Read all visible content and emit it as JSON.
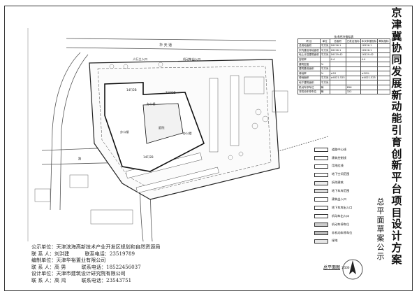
{
  "title_chars": [
    "京",
    "津",
    "冀",
    "协",
    "同",
    "发",
    "展",
    "新",
    "动",
    "能",
    "引",
    "育",
    "创",
    "新",
    "平",
    "台",
    "项",
    "目",
    "设",
    "计",
    "方",
    "案"
  ],
  "subtitle_chars": [
    "总",
    "平",
    "面",
    "草",
    "案",
    "公",
    "示"
  ],
  "units": {
    "announce_unit": "公示单位：天津滨海高新技术产业开发区规划和自然资源局",
    "announce_contact": "联 系 人：刘洪建",
    "announce_phone": "联系电话：23519789",
    "builder_unit": "编制单位：天津华裕置业有限公司",
    "builder_contact": "联 系 人：高 男",
    "builder_phone": "联系电话：18522456037",
    "design_unit": "设计单位：天津市建筑设计研究院有限公司",
    "design_contact": "联 系 人：高 鸿",
    "design_phone": "联系电话：23543751"
  },
  "table": {
    "caption": "技术经济指标表",
    "headers": [
      "项 目",
      "单位",
      "总面积",
      "已批证指标",
      "本次申报指标",
      "草拟指标"
    ],
    "rows": [
      [
        "总用地面积",
        "平方米",
        "18126.1",
        "",
        "18126.1",
        ""
      ],
      [
        "宗内建设用地面积",
        "平方米",
        "18126.1",
        "",
        "18126.1",
        ""
      ],
      [
        "地上计容建筑面积",
        "平方米",
        "16129.42",
        "",
        "16129.42",
        ""
      ],
      [
        "容积率",
        "",
        "4.4",
        "",
        "4.4",
        ""
      ],
      [
        "建筑密度",
        "%",
        "",
        "",
        "",
        ""
      ],
      [
        "建筑基底面积",
        "平方米",
        "",
        "",
        "",
        ""
      ],
      [
        "绿地率",
        "%",
        "≥20",
        "",
        "≥20%",
        ""
      ],
      [
        "绿地面积",
        "平方米",
        "≥4021.525",
        "",
        "≥4021.525",
        ""
      ],
      [
        "地下建筑面积",
        "平方米",
        "",
        "",
        "",
        ""
      ],
      [
        "机动车停车位",
        "辆",
        "",
        "856",
        "",
        ""
      ],
      [
        "非机动车停车位",
        "辆",
        "",
        "322",
        "",
        ""
      ]
    ]
  },
  "legend": [
    {
      "label": "道路中心线",
      "color": "#ffffff"
    },
    {
      "label": "建筑控制线",
      "color": "#ffffff"
    },
    {
      "label": "用地红线",
      "color": "#ffffff"
    },
    {
      "label": "地下空间范围",
      "color": "#ffffff"
    },
    {
      "label": "拆除建筑",
      "color": "#eeeeee"
    },
    {
      "label": "地下车库范围",
      "color": "#dddddd"
    },
    {
      "label": "建筑出入口",
      "color": "#ffffff"
    },
    {
      "label": "地下车库出入口",
      "color": "#ffffff"
    },
    {
      "label": "机动车出入口",
      "color": "#ffffff"
    },
    {
      "label": "机动车停车位",
      "color": "#cccccc"
    },
    {
      "label": "非机动车停车位",
      "color": "#bbbbbb"
    },
    {
      "label": "绿地",
      "color": "#e6e6e6"
    }
  ],
  "map_labels": {
    "road_north": "华  天  道",
    "road_west": "路",
    "entrance_main": "人行主入口",
    "entrance_vehicle": "机动车出入口",
    "office_a": "办公楼",
    "office_b": "办公楼",
    "office_c": "办公楼",
    "courtyard": "庭院",
    "floors_a": "14F/2B",
    "floors_b": "11F/2B",
    "floors_c": "14F/2B",
    "scale_label": "总平面图",
    "scale_ratio": "1:500"
  }
}
